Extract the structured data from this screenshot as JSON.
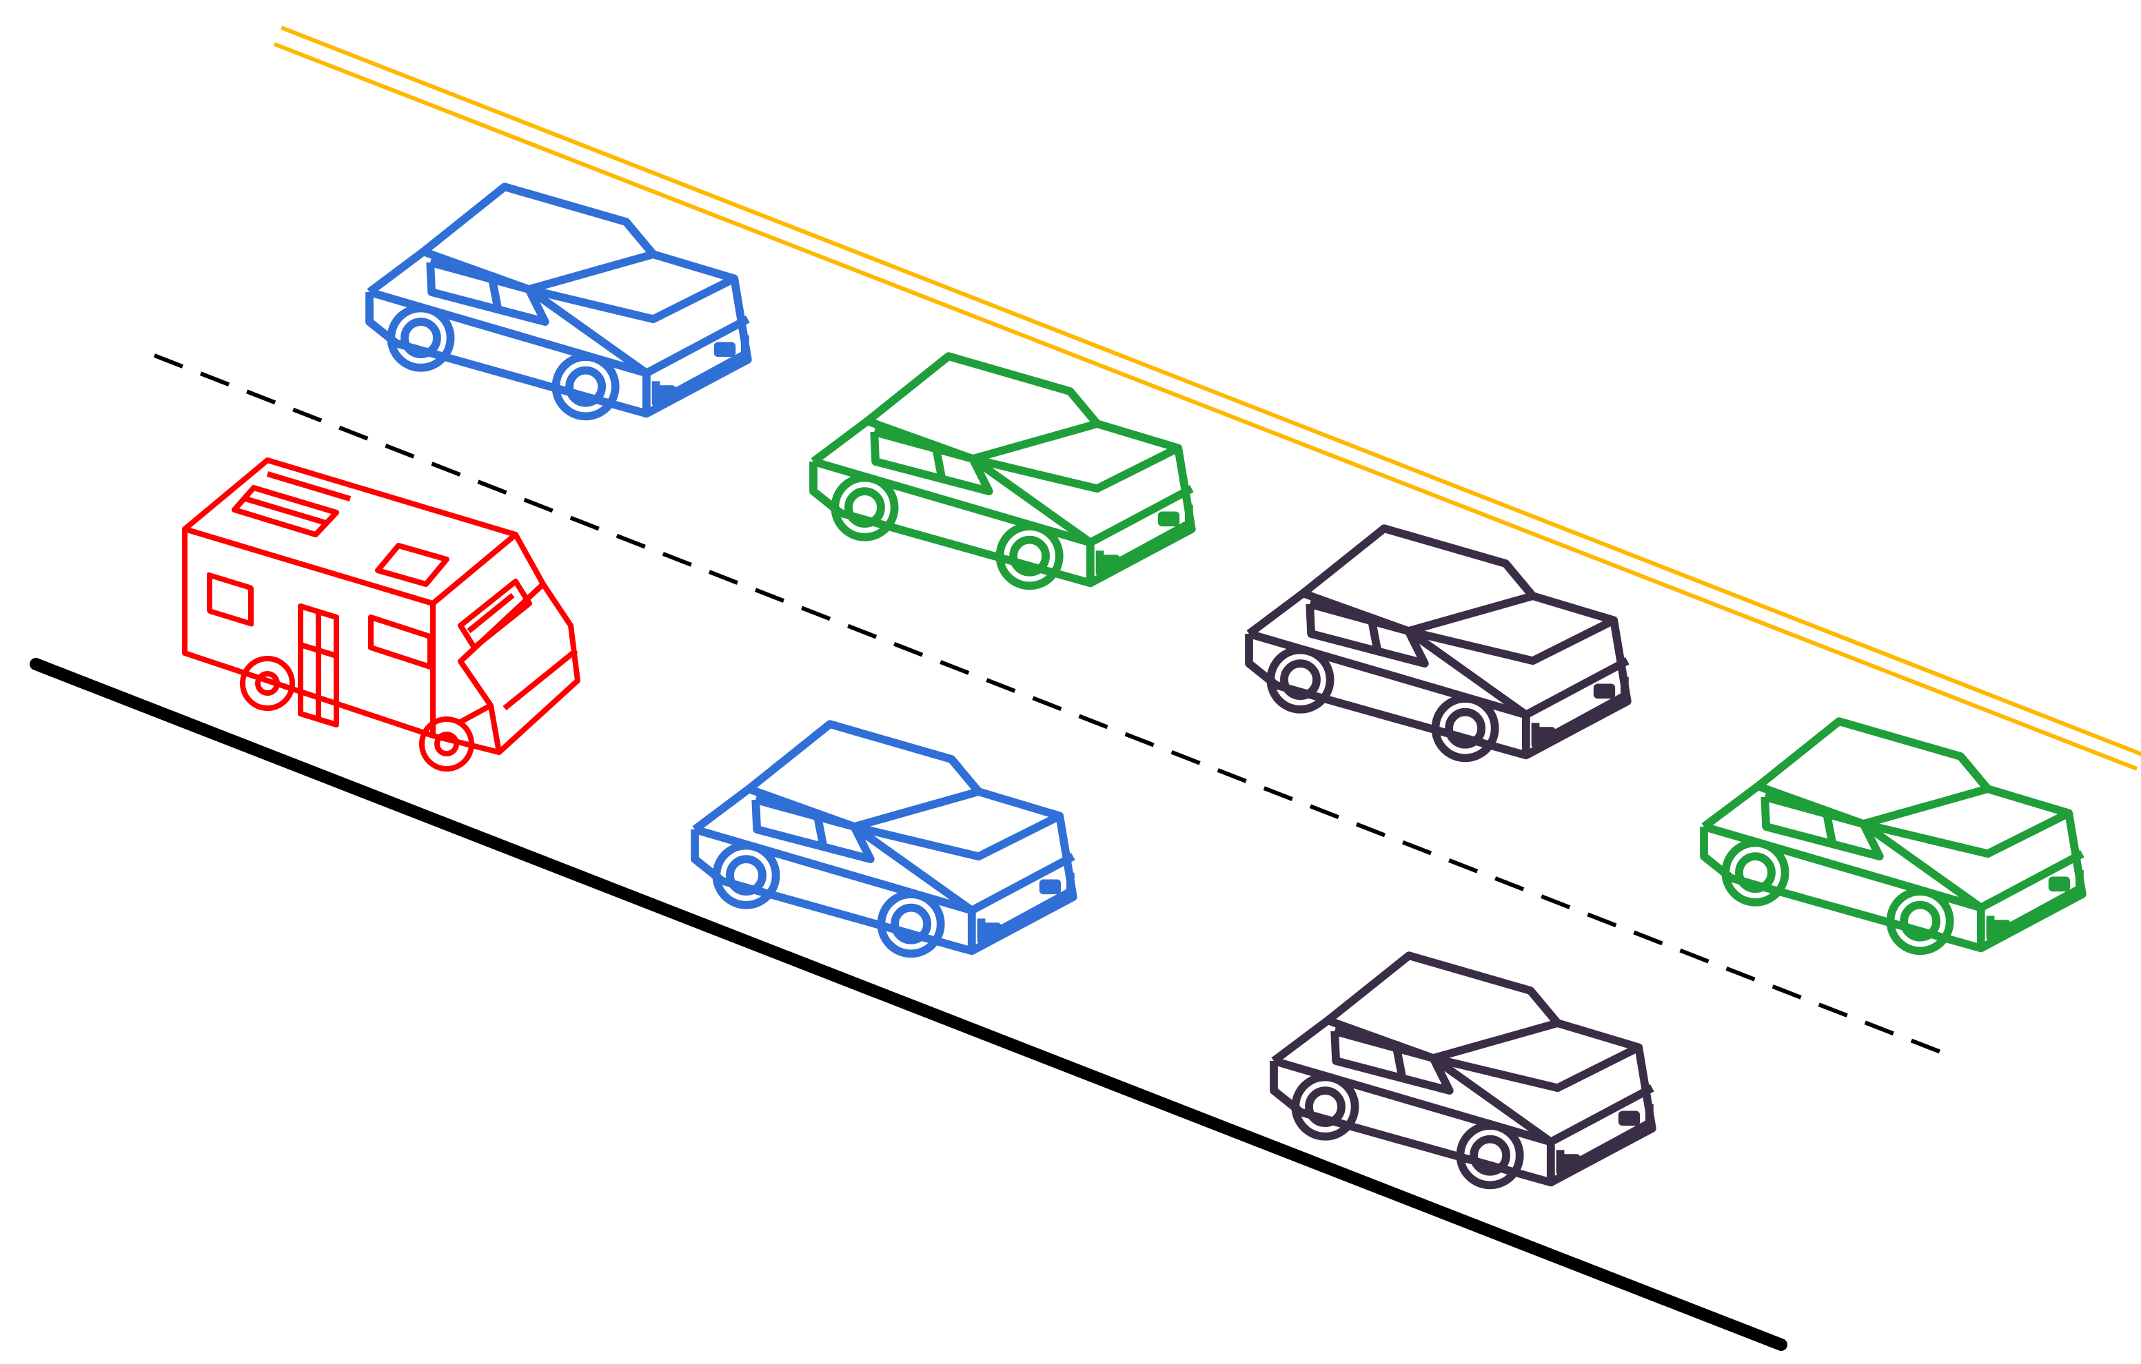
{
  "scene": {
    "background": "#ffffff",
    "road": {
      "edge_line_color": "#000000",
      "lane_divider_color": "#000000",
      "center_line_color": "#FFB800"
    },
    "vehicles": [
      {
        "name": "car-blue-top",
        "kind": "car",
        "color": "#2F6FD6",
        "accent": "#E03030"
      },
      {
        "name": "car-green-middle",
        "kind": "car",
        "color": "#1F9E3A",
        "accent": "#E03030"
      },
      {
        "name": "car-dark-right",
        "kind": "car",
        "color": "#3A2E46",
        "accent": "#E03030"
      },
      {
        "name": "car-green-far-right",
        "kind": "car",
        "color": "#1F9E3A",
        "accent": "#E03030"
      },
      {
        "name": "rv-red",
        "kind": "rv",
        "color": "#FF0000",
        "accent": "#FF0000"
      },
      {
        "name": "car-blue-bottom",
        "kind": "car",
        "color": "#2F6FD6",
        "accent": "#E03030"
      },
      {
        "name": "car-dark-bottom",
        "kind": "car",
        "color": "#3A2E46",
        "accent": "#E03030"
      }
    ]
  }
}
